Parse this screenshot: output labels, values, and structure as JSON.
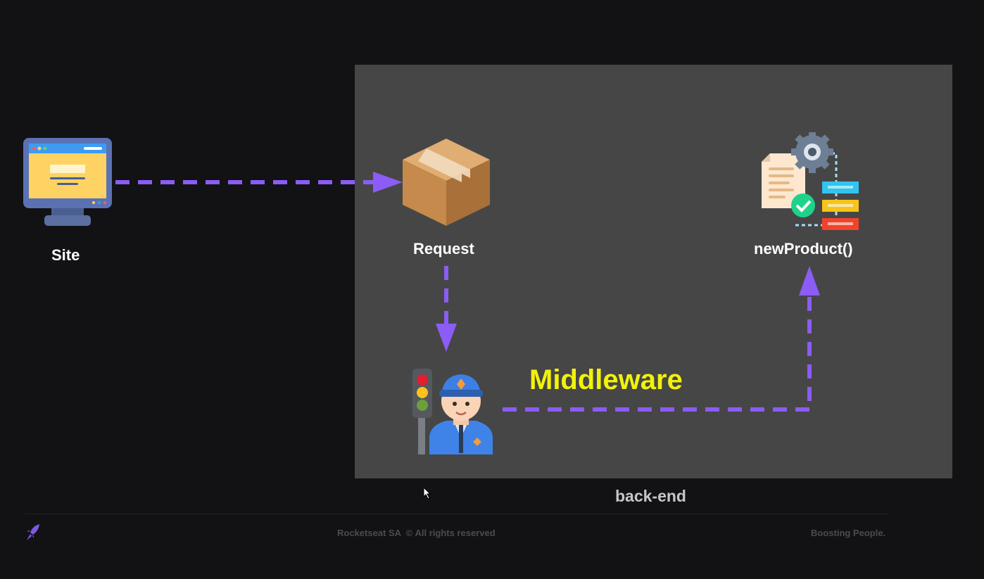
{
  "diagram": {
    "nodes": {
      "site": {
        "label": "Site",
        "icon": "monitor-icon"
      },
      "request": {
        "label": "Request",
        "icon": "package-box-icon"
      },
      "middleware": {
        "label": "Middleware",
        "icon": "traffic-police-officer-icon"
      },
      "new_product": {
        "label": "newProduct()",
        "icon": "document-gear-flow-icon"
      }
    },
    "edges": [
      {
        "from": "site",
        "to": "request"
      },
      {
        "from": "request",
        "to": "middleware"
      },
      {
        "from": "middleware",
        "to": "new_product"
      }
    ],
    "group_label": "back-end"
  },
  "footer": {
    "brand": "Rocketseat SA  © All rights reserved",
    "tagline": "Boosting People."
  },
  "colors": {
    "background": "#121214",
    "backend_box": "#464646",
    "arrow": "#8257e5",
    "middleware_text": "#f2f20a"
  }
}
